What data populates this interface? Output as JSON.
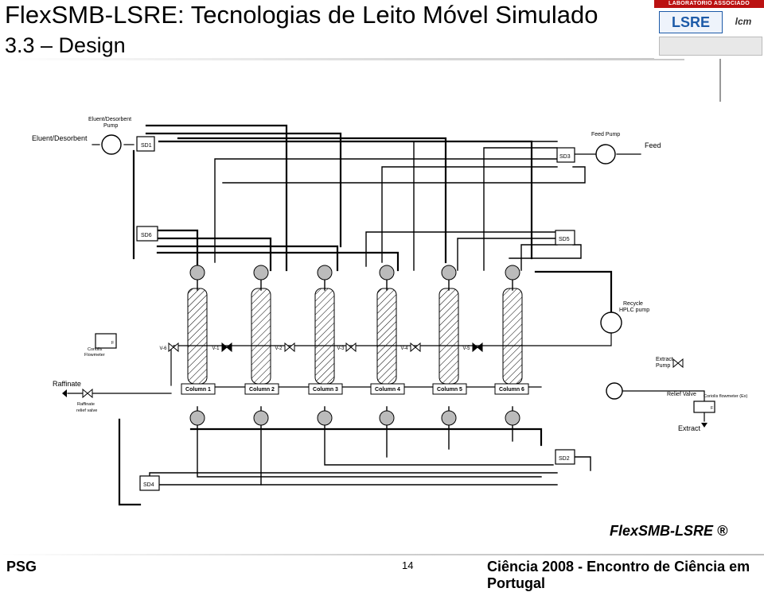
{
  "header": {
    "title": "FlexSMB-LSRE: Tecnologias de Leito Móvel Simulado",
    "subtitle": "3.3 – Design",
    "logo_banner": "LABORATÓRIO ASSOCIADO",
    "logo_name": "LSRE",
    "logo_partner": "lcm"
  },
  "diagram": {
    "labels": {
      "eluent_desorbent": "Eluent/Desorbent",
      "eluent_pump": "Eluent/Desorbent",
      "eluent_pump_2": "Pump",
      "feed_pump": "Feed Pump",
      "feed": "Feed",
      "sd1": "SD1",
      "sd2": "SD2",
      "sd3": "SD3",
      "sd4": "SD4",
      "sd5": "SD5",
      "sd6": "SD6",
      "recycle_pump_1": "Recycle",
      "recycle_pump_2": "HPLC pump",
      "coriolis_left_1": "Coriolis",
      "coriolis_left_2": "Flowmeter",
      "extract_pump_1": "Extract",
      "extract_pump_2": "Pump",
      "raffinate": "Raffinate",
      "raffinate_valve_1": "Raffinate",
      "raffinate_valve_2": "relief valve",
      "relief_valve": "Relief Valve",
      "coriolis_right": "Coriolis flowmeter (Ex)",
      "extract": "Extract",
      "flow_f": "F"
    },
    "columns": [
      "Column 1",
      "Column 2",
      "Column 3",
      "Column 4",
      "Column 5",
      "Column 6"
    ],
    "valves": [
      "V-6",
      "V-1",
      "V-2",
      "V-3",
      "V-4",
      "V-5"
    ]
  },
  "brand": "FlexSMB-LSRE ®",
  "footer": {
    "left": "PSG",
    "page": "14",
    "right": "Ciência 2008 - Encontro de Ciência em Portugal"
  }
}
